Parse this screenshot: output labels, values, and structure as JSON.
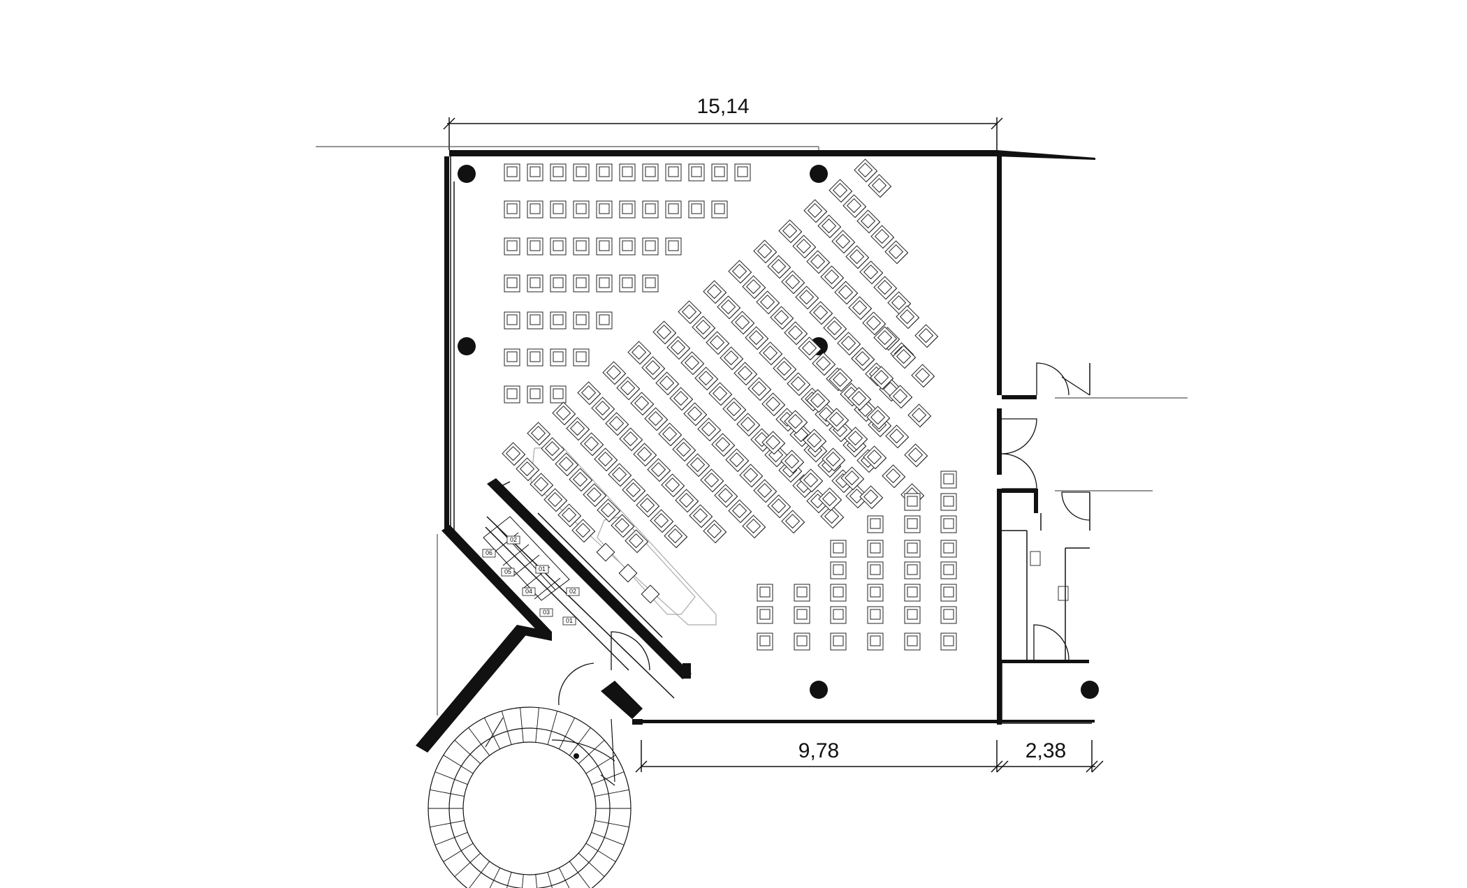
{
  "dimensions": {
    "top": "15,14",
    "bottom_main": "9,78",
    "bottom_side": "2,38"
  },
  "locker_tags": [
    "02",
    "06",
    "05",
    "01",
    "04",
    "02",
    "03",
    "01"
  ],
  "colors": {
    "ink": "#111111",
    "thin": "#555555",
    "faint": "#aaaaaa",
    "background": "#ffffff"
  }
}
